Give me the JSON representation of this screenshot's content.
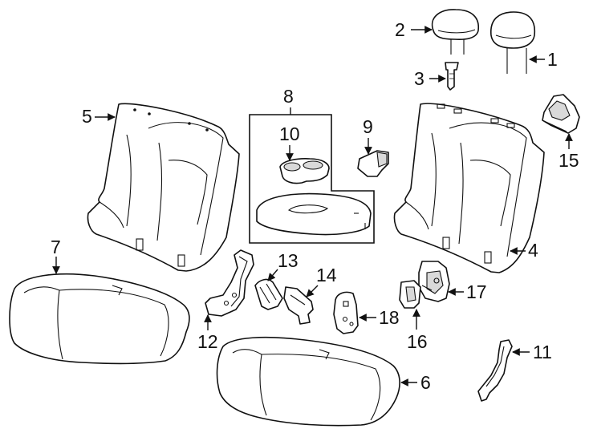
{
  "callouts": {
    "c1": "1",
    "c2": "2",
    "c3": "3",
    "c4": "4",
    "c5": "5",
    "c6": "6",
    "c7": "7",
    "c8": "8",
    "c9": "9",
    "c10": "10",
    "c11": "11",
    "c12": "12",
    "c13": "13",
    "c14": "14",
    "c15": "15",
    "c16": "16",
    "c17": "17",
    "c18": "18"
  },
  "colors": {
    "line": "#111111",
    "background": "#ffffff",
    "shade": "#d9d9d9"
  }
}
